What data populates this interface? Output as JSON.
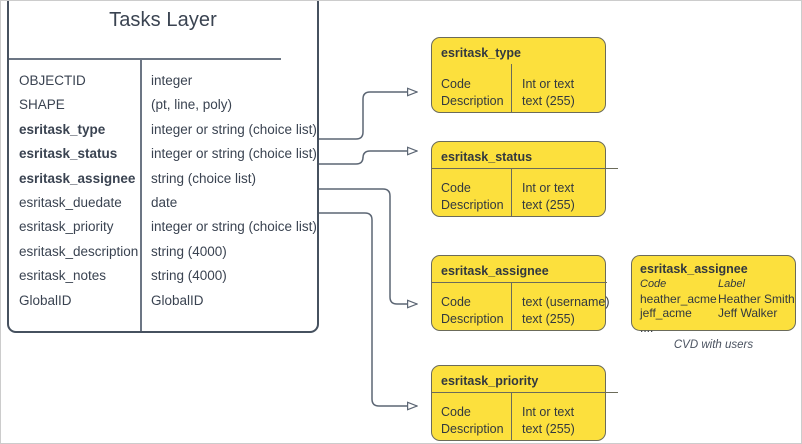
{
  "diagram": {
    "entity": {
      "title": "Tasks Layer",
      "fields": [
        {
          "name": "OBJECTID",
          "type": "integer",
          "bold": false
        },
        {
          "name": "SHAPE",
          "type": "(pt, line, poly)",
          "bold": false
        },
        {
          "name": "esritask_type",
          "type": "integer or string (choice list)",
          "bold": true
        },
        {
          "name": "esritask_status",
          "type": "integer or string (choice list)",
          "bold": true
        },
        {
          "name": "esritask_assignee",
          "type": "string (choice list)",
          "bold": true
        },
        {
          "name": "esritask_duedate",
          "type": "date",
          "bold": false
        },
        {
          "name": "esritask_priority",
          "type": "integer or string (choice list)",
          "bold": false
        },
        {
          "name": "esritask_description",
          "type": "string (4000)",
          "bold": false
        },
        {
          "name": "esritask_notes",
          "type": "string (4000)",
          "bold": false
        },
        {
          "name": "GlobalID",
          "type": "GlobalID",
          "bold": false
        }
      ]
    },
    "domains": [
      {
        "id": "type",
        "title": "esritask_type",
        "code_label": "Code",
        "description_label": "Description",
        "code_type": "Int or text",
        "description_type": "text (255)"
      },
      {
        "id": "status",
        "title": "esritask_status",
        "code_label": "Code",
        "description_label": "Description",
        "code_type": "Int or text",
        "description_type": "text (255)"
      },
      {
        "id": "assignee",
        "title": "esritask_assignee",
        "code_label": "Code",
        "description_label": "Description",
        "code_type": "text  (username)",
        "description_type": "text (255)"
      },
      {
        "id": "priority",
        "title": "esritask_priority",
        "code_label": "Code",
        "description_label": "Description",
        "code_type": "Int or text",
        "description_type": "text (255)"
      }
    ],
    "cvd": {
      "title": "esritask_assignee",
      "header": {
        "code": "Code",
        "label": "Label"
      },
      "rows": [
        {
          "code": "heather_acme",
          "label": "Heather Smith"
        },
        {
          "code": "jeff_acme",
          "label": "Jeff Walker"
        },
        {
          "code": "....",
          "label": ""
        }
      ],
      "caption": "CVD with users"
    },
    "colors": {
      "domain_fill": "#fce03d",
      "domain_stroke": "#6b6b5a",
      "entity_stroke": "#46515f",
      "text": "#3a4351",
      "connector": "#5c6674"
    }
  }
}
